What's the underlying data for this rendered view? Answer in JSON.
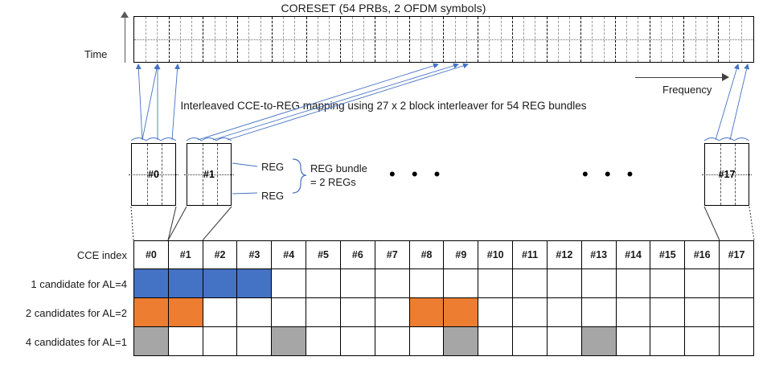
{
  "coreset": {
    "title": "CORESET (54 PRBs, 2 OFDM symbols)",
    "time_axis_label": "Time",
    "frequency_axis_label": "Frequency",
    "prb_count": 54,
    "ofdm_symbols": 2,
    "major_divisions": 18,
    "minor_per_major": 3
  },
  "interleaver": {
    "note": "Interleaved CCE-to-REG mapping using 27 x 2 block interleaver for 54 REG bundles",
    "rows": 27,
    "cols": 2,
    "bundle_count": 54
  },
  "reg_bundles": {
    "boxes": [
      {
        "label": "#0"
      },
      {
        "label": "#1"
      },
      {
        "label": "#17"
      }
    ],
    "reg_tag_top": "REG",
    "reg_tag_bottom": "REG",
    "bundle_definition_line1": "REG bundle",
    "bundle_definition_line2": "= 2 REGs",
    "ellipsis": "• • •"
  },
  "table": {
    "index_row_label": "CCE index",
    "cce_indices": [
      "#0",
      "#1",
      "#2",
      "#3",
      "#4",
      "#5",
      "#6",
      "#7",
      "#8",
      "#9",
      "#10",
      "#11",
      "#12",
      "#13",
      "#14",
      "#15",
      "#16",
      "#17"
    ],
    "rows": [
      {
        "label": "1 candidate for AL=4",
        "aggregation_level": 4,
        "candidates": 1,
        "fill": "blue",
        "filled_indices": [
          0,
          1,
          2,
          3
        ]
      },
      {
        "label": "2 candidates for AL=2",
        "aggregation_level": 2,
        "candidates": 2,
        "fill": "orange",
        "filled_indices": [
          0,
          1,
          8,
          9
        ]
      },
      {
        "label": "4 candidates for AL=1",
        "aggregation_level": 1,
        "candidates": 4,
        "fill": "gray",
        "filled_indices": [
          0,
          4,
          9,
          13
        ]
      }
    ]
  },
  "colors": {
    "blue": "#4472C4",
    "orange": "#ED7D31",
    "gray": "#A6A6A6",
    "connector": "#4472C4",
    "line": "#000000"
  }
}
